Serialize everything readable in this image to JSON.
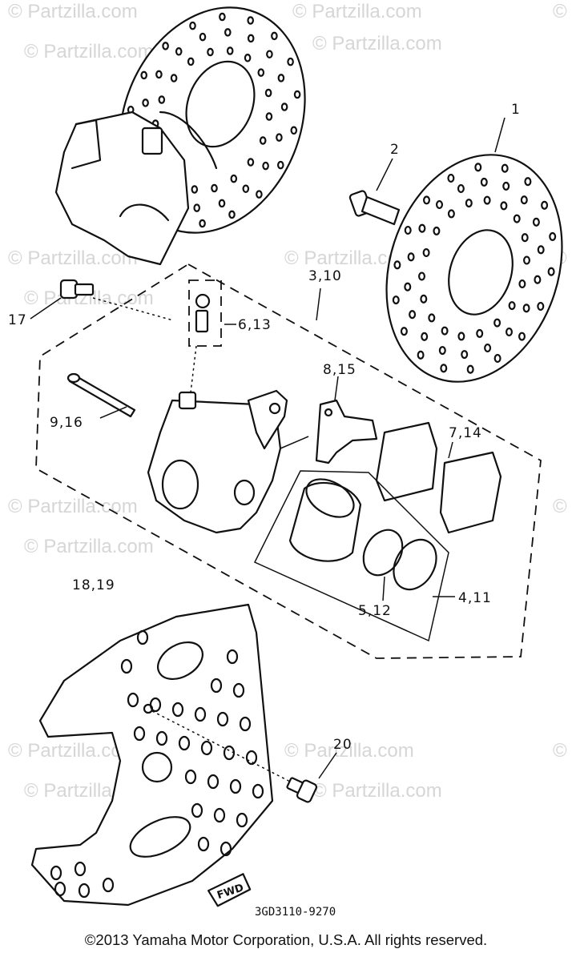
{
  "diagram": {
    "callouts": {
      "c1": "1",
      "c2": "2",
      "c3": "3,10",
      "c4": "4,11",
      "c5": "5,12",
      "c6": "6,13",
      "c7": "7,14",
      "c8": "8,15",
      "c9": "9,16",
      "c17": "17",
      "c18": "18,19",
      "c20": "20"
    },
    "fwd_label": "FWD",
    "drawing_code": "3GD3110-9270"
  },
  "watermark": {
    "text": "© Partzilla.com"
  },
  "footer": {
    "copyright": "©2013  Yamaha Motor Corporation, U.S.A. All rights reserved."
  }
}
